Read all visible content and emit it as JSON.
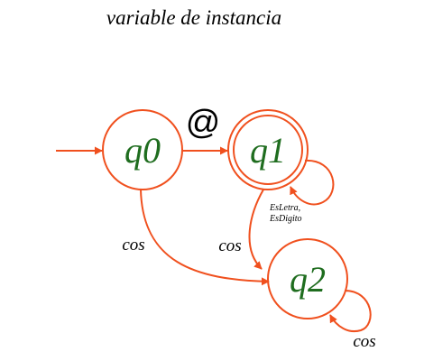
{
  "title": "variable de instancia",
  "colors": {
    "stroke": "#f0501e",
    "state_label": "#1f6d1f",
    "text": "#000000"
  },
  "states": {
    "q0": "q0",
    "q1": "q1",
    "q2": "q2"
  },
  "transitions": {
    "q0_q1": "@",
    "q1_self_line1": "EsLetra,",
    "q1_self_line2": "EsDigito",
    "q0_q2": "cos",
    "q1_q2": "cos",
    "q2_self": "cos"
  }
}
